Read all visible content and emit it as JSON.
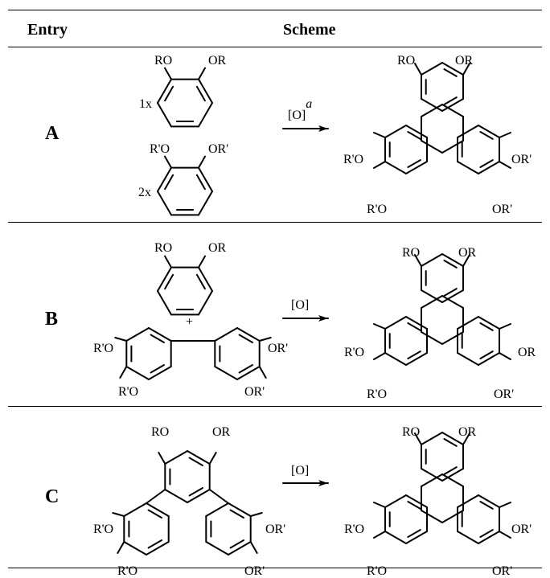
{
  "table": {
    "headers": {
      "entry": "Entry",
      "scheme": "Scheme"
    },
    "rows": [
      {
        "entry": "A",
        "multiplier1": "1x",
        "multiplier2": "2x",
        "arrow": "[O]",
        "arrow_sup": "a",
        "reactant1": {
          "sub1": "RO",
          "sub2": "OR"
        },
        "reactant2": {
          "sub1": "R'O",
          "sub2": "OR'"
        },
        "product": {
          "top_left": "RO",
          "top_right": "OR",
          "left_upper": "R'O",
          "left_lower": "R'O",
          "right_upper": "OR'",
          "right_lower": "OR'"
        }
      },
      {
        "entry": "B",
        "plus": "+",
        "arrow": "[O]",
        "reactant1": {
          "sub1": "RO",
          "sub2": "OR"
        },
        "biphenyl": {
          "left_upper": "R'O",
          "left_lower": "R'O",
          "right_upper": "OR'",
          "right_lower": "OR'"
        },
        "product": {
          "top_left": "RO",
          "top_right": "OR",
          "left_upper": "R'O",
          "left_lower": "R'O",
          "right_upper": "OR",
          "right_lower": "OR'"
        }
      },
      {
        "entry": "C",
        "arrow": "[O]",
        "terphenyl": {
          "top_left": "RO",
          "top_right": "OR",
          "left_upper": "R'O",
          "left_lower": "R'O",
          "right_upper": "OR'",
          "right_lower": "OR'"
        },
        "product": {
          "top_left": "RO",
          "top_right": "OR",
          "left_upper": "R'O",
          "left_lower": "R'O",
          "right_upper": "OR'",
          "right_lower": "OR'"
        }
      }
    ]
  }
}
